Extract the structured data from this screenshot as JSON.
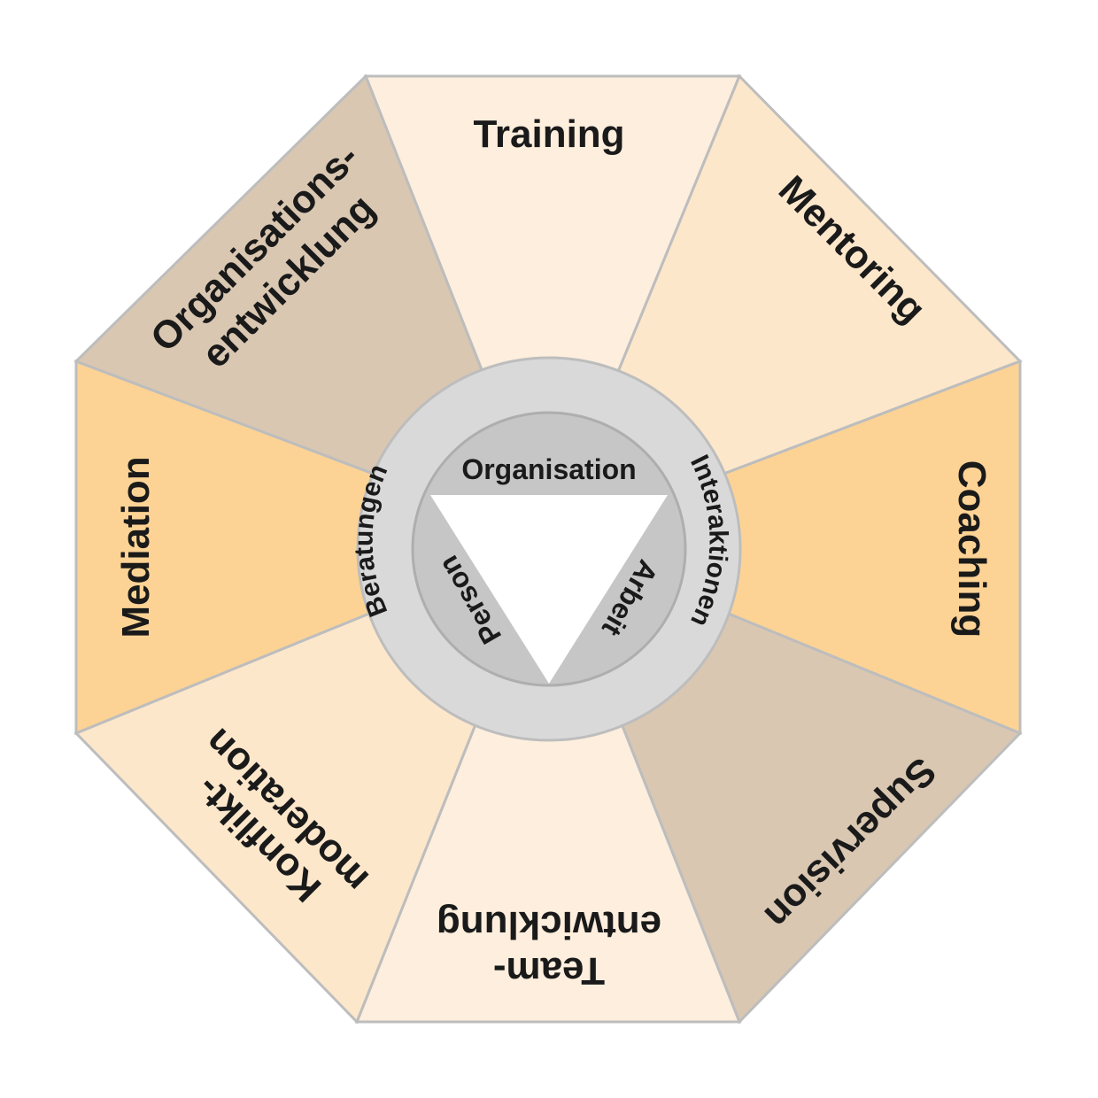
{
  "segments": {
    "training": {
      "line1": "Training",
      "color": "#fdeedd"
    },
    "mentoring": {
      "line1": "Mentoring",
      "color": "#fde7cb"
    },
    "coaching": {
      "line1": "Coaching",
      "color": "#fcd395"
    },
    "supervision": {
      "line1": "Supervision",
      "color": "#d9c7b2"
    },
    "teamentwicklung": {
      "line1": "Team-",
      "line2": "entwicklung",
      "color": "#fdeedd"
    },
    "konfliktmoderation": {
      "line1": "Konflikt-",
      "line2": "moderation",
      "color": "#fde7cb"
    },
    "mediation": {
      "line1": "Mediation",
      "color": "#fcd395"
    },
    "organisationsentwicklung": {
      "line1": "Organisations-",
      "line2": "entwicklung",
      "color": "#d9c7b2"
    }
  },
  "ring": {
    "outer_label_left": "Beratungen",
    "outer_label_right": "Interaktionen",
    "outer_color": "#d9d9d9",
    "inner_color": "#c6c6c6"
  },
  "core": {
    "top": "Organisation",
    "left": "Person",
    "right": "Arbeit",
    "triangle_color": "#ffffff"
  }
}
